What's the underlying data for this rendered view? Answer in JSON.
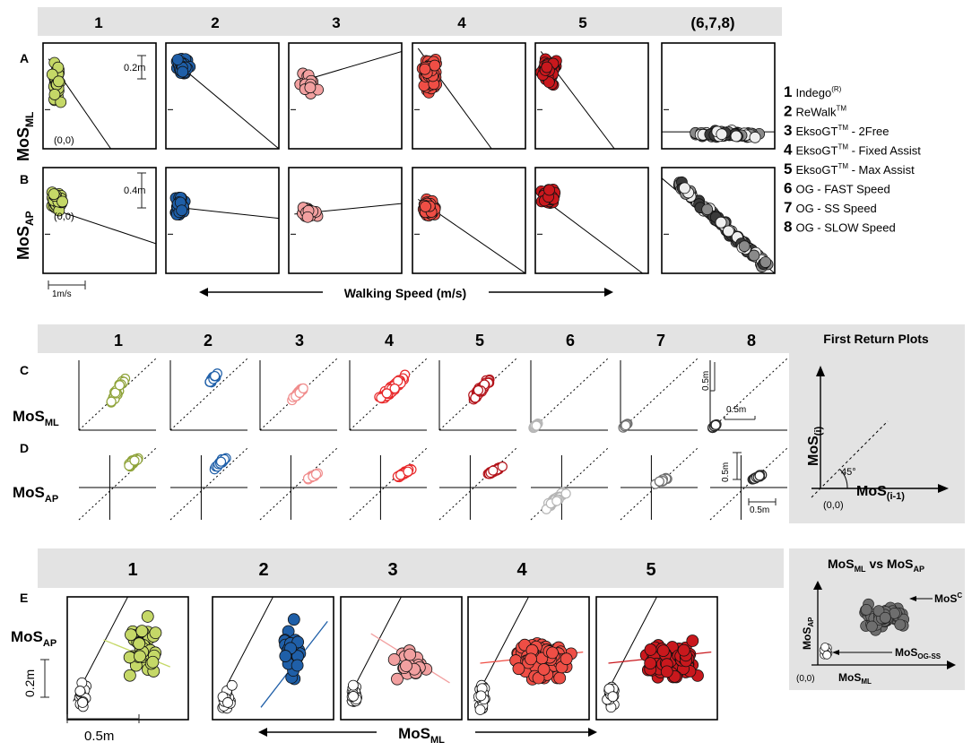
{
  "section_top": {
    "headers": [
      "1",
      "2",
      "3",
      "4",
      "5",
      "(6,7,8)"
    ],
    "row_letters": [
      "A",
      "B"
    ],
    "row_labels": [
      {
        "main": "MoS",
        "sub": "ML"
      },
      {
        "main": "MoS",
        "sub": "AP"
      }
    ],
    "scale_A": "0.2m",
    "scale_B": "0.4m",
    "origin": "(0,0)",
    "x_scale": "1m/s",
    "xaxis_label": "Walking Speed (m/s)",
    "legend": [
      {
        "num": "1",
        "name": "Indego",
        "sup": "(R)",
        "suffix": ""
      },
      {
        "num": "2",
        "name": "ReWalk",
        "sup": "TM",
        "suffix": ""
      },
      {
        "num": "3",
        "name": "EksoGT",
        "sup": "TM",
        "suffix": " - 2Free"
      },
      {
        "num": "4",
        "name": "EksoGT",
        "sup": "TM",
        "suffix": " - Fixed Assist"
      },
      {
        "num": "5",
        "name": "EksoGT",
        "sup": "TM",
        "suffix": " - Max Assist"
      },
      {
        "num": "6",
        "name": "OG - FAST Speed",
        "sup": "",
        "suffix": ""
      },
      {
        "num": "7",
        "name": "OG - SS Speed",
        "sup": "",
        "suffix": ""
      },
      {
        "num": "8",
        "name": "OG - SLOW Speed",
        "sup": "",
        "suffix": ""
      }
    ]
  },
  "section_mid": {
    "headers": [
      "1",
      "2",
      "3",
      "4",
      "5",
      "6",
      "7",
      "8"
    ],
    "title": "First Return Plots",
    "row_letters": [
      "C",
      "D"
    ],
    "row_labels": [
      {
        "main": "MoS",
        "sub": "ML"
      },
      {
        "main": "MoS",
        "sub": "AP"
      }
    ],
    "scale_C_v": "0.5m",
    "scale_C_h": "0.5m",
    "scale_D_v": "0.5m",
    "scale_D_h": "0.5m",
    "schematic": {
      "y_main": "MoS",
      "y_sub": "(i)",
      "x_main": "MoS",
      "x_sub": "(i-1)",
      "angle": "45°",
      "origin": "(0,0)"
    }
  },
  "section_bot": {
    "headers": [
      "1",
      "2",
      "3",
      "4",
      "5"
    ],
    "row_letter": "E",
    "row_label": {
      "main": "MoS",
      "sub": "AP"
    },
    "scale_v": "0.2m",
    "scale_h": "0.5m",
    "xaxis_label": {
      "main": "MoS",
      "sub": "ML"
    },
    "inset": {
      "title_a": "MoS",
      "title_a_sub": "ML",
      "title_mid": " vs ",
      "title_b": "MoS",
      "title_b_sub": "AP",
      "ylabel": "MoS",
      "ylabel_sub": "AP",
      "xlabel": "MoS",
      "xlabel_sub": "ML",
      "origin": "(0,0)",
      "label_c": "MoS",
      "label_c_sup": "C",
      "label_og": "MoS",
      "label_og_sub": "OG-SS"
    }
  },
  "colors": {
    "1": "#c5d867",
    "2": "#1f5fa8",
    "3": "#f2a0a0",
    "4": "#ef4e45",
    "5": "#c9181d",
    "6": "#c8c8c8",
    "7": "#8a8a8a",
    "8": "#3a3a3a",
    "1_open": "#8fa33a",
    "2_open": "#1f5fa8",
    "3_open": "#f08c8c",
    "4_open": "#e8282a",
    "5_open": "#b3141b",
    "6_open": "#b5b5b5",
    "7_open": "#6e6e6e",
    "8_open": "#2a2a2a",
    "header_bg": "#e3e3e3",
    "panel_bg": "#e3e3e3"
  },
  "chart_data": [
    {
      "id": "A",
      "type": "scatter",
      "title": "",
      "ylabel": "MoS ML",
      "xlabel": "Walking Speed (m/s)",
      "series": [
        {
          "device": "1",
          "center": [
            0.12,
            0.62
          ],
          "spread": [
            0.06,
            0.26
          ],
          "n": 45,
          "trend": [
            [
              0.05,
              0.85
            ],
            [
              0.6,
              0.0
            ]
          ]
        },
        {
          "device": "2",
          "center": [
            0.15,
            0.78
          ],
          "spread": [
            0.07,
            0.1
          ],
          "n": 40,
          "trend": [
            [
              0.05,
              0.85
            ],
            [
              1.0,
              0.0
            ]
          ]
        },
        {
          "device": "3",
          "center": [
            0.18,
            0.6
          ],
          "spread": [
            0.12,
            0.14
          ],
          "n": 25,
          "trend": [
            [
              0.05,
              0.62
            ],
            [
              1.0,
              0.92
            ]
          ]
        },
        {
          "device": "4",
          "center": [
            0.15,
            0.72
          ],
          "spread": [
            0.08,
            0.2
          ],
          "n": 80,
          "trend": [
            [
              0.05,
              0.95
            ],
            [
              0.7,
              0.0
            ]
          ]
        },
        {
          "device": "5",
          "center": [
            0.12,
            0.75
          ],
          "spread": [
            0.08,
            0.17
          ],
          "n": 70,
          "trend": [
            [
              0.05,
              0.92
            ],
            [
              0.7,
              0.0
            ]
          ]
        },
        {
          "device": "(6,7,8)",
          "center": [
            0.55,
            0.14
          ],
          "spread": [
            0.4,
            0.04
          ],
          "n": 90,
          "trend": [
            [
              0.0,
              0.16
            ],
            [
              1.0,
              0.16
            ]
          ]
        }
      ]
    },
    {
      "id": "B",
      "type": "scatter",
      "title": "",
      "ylabel": "MoS AP",
      "xlabel": "Walking Speed (m/s)",
      "series": [
        {
          "device": "1",
          "center": [
            0.12,
            0.68
          ],
          "spread": [
            0.08,
            0.14
          ],
          "n": 40,
          "trend": [
            [
              0.05,
              0.62
            ],
            [
              1.0,
              0.28
            ]
          ]
        },
        {
          "device": "2",
          "center": [
            0.12,
            0.62
          ],
          "spread": [
            0.07,
            0.13
          ],
          "n": 35,
          "trend": [
            [
              0.05,
              0.63
            ],
            [
              1.0,
              0.52
            ]
          ]
        },
        {
          "device": "3",
          "center": [
            0.17,
            0.57
          ],
          "spread": [
            0.1,
            0.07
          ],
          "n": 25,
          "trend": [
            [
              0.05,
              0.56
            ],
            [
              1.0,
              0.66
            ]
          ]
        },
        {
          "device": "4",
          "center": [
            0.15,
            0.62
          ],
          "spread": [
            0.08,
            0.12
          ],
          "n": 70,
          "trend": [
            [
              0.05,
              0.7
            ],
            [
              1.0,
              0.0
            ]
          ]
        },
        {
          "device": "5",
          "center": [
            0.12,
            0.72
          ],
          "spread": [
            0.08,
            0.1
          ],
          "n": 60,
          "trend": [
            [
              0.05,
              0.72
            ],
            [
              0.95,
              0.0
            ]
          ]
        },
        {
          "device": "(6,7,8)",
          "center": [
            0.55,
            0.5
          ],
          "spread": [
            0.4,
            0.3
          ],
          "n": 120,
          "trend": [
            [
              0.0,
              0.9
            ],
            [
              1.0,
              0.0
            ]
          ]
        }
      ]
    },
    {
      "id": "C",
      "type": "scatter",
      "title": "First Return Plots",
      "ylabel": "MoS(i)",
      "xlabel": "MoS(i-1)",
      "series": [
        {
          "device": "1",
          "center": [
            0.5,
            0.55
          ],
          "spread": [
            0.12,
            0.25
          ],
          "n": 30
        },
        {
          "device": "2",
          "center": [
            0.55,
            0.72
          ],
          "spread": [
            0.1,
            0.12
          ],
          "n": 25
        },
        {
          "device": "3",
          "center": [
            0.5,
            0.52
          ],
          "spread": [
            0.1,
            0.12
          ],
          "n": 25
        },
        {
          "device": "4",
          "center": [
            0.55,
            0.58
          ],
          "spread": [
            0.2,
            0.22
          ],
          "n": 90
        },
        {
          "device": "5",
          "center": [
            0.55,
            0.58
          ],
          "spread": [
            0.16,
            0.2
          ],
          "n": 80
        },
        {
          "device": "6",
          "center": [
            0.06,
            0.06
          ],
          "spread": [
            0.04,
            0.04
          ],
          "n": 20
        },
        {
          "device": "7",
          "center": [
            0.06,
            0.06
          ],
          "spread": [
            0.04,
            0.04
          ],
          "n": 20
        },
        {
          "device": "8",
          "center": [
            0.06,
            0.06
          ],
          "spread": [
            0.04,
            0.04
          ],
          "n": 20
        }
      ]
    },
    {
      "id": "D",
      "type": "scatter",
      "title": "",
      "ylabel": "MoS(i)",
      "xlabel": "MoS(i-1)",
      "series": [
        {
          "device": "1",
          "center": [
            0.7,
            0.8
          ],
          "spread": [
            0.12,
            0.15
          ],
          "n": 30
        },
        {
          "device": "2",
          "center": [
            0.65,
            0.8
          ],
          "spread": [
            0.1,
            0.12
          ],
          "n": 25
        },
        {
          "device": "3",
          "center": [
            0.67,
            0.6
          ],
          "spread": [
            0.1,
            0.06
          ],
          "n": 20
        },
        {
          "device": "4",
          "center": [
            0.7,
            0.65
          ],
          "spread": [
            0.12,
            0.08
          ],
          "n": 40
        },
        {
          "device": "5",
          "center": [
            0.7,
            0.68
          ],
          "spread": [
            0.14,
            0.08
          ],
          "n": 40
        },
        {
          "device": "6",
          "center": [
            0.35,
            0.3
          ],
          "spread": [
            0.2,
            0.18
          ],
          "n": 40
        },
        {
          "device": "7",
          "center": [
            0.55,
            0.55
          ],
          "spread": [
            0.12,
            0.08
          ],
          "n": 15
        },
        {
          "device": "8",
          "center": [
            0.62,
            0.6
          ],
          "spread": [
            0.13,
            0.1
          ],
          "n": 20
        }
      ]
    },
    {
      "id": "E",
      "type": "scatter",
      "title": "",
      "ylabel": "MoS AP",
      "xlabel": "MoS ML",
      "series": [
        {
          "device": "1",
          "center": [
            0.6,
            0.58
          ],
          "spread": [
            0.17,
            0.3
          ],
          "n": 45,
          "trend": [
            [
              0.3,
              0.65
            ],
            [
              0.85,
              0.43
            ]
          ]
        },
        {
          "device": "2",
          "center": [
            0.65,
            0.55
          ],
          "spread": [
            0.12,
            0.35
          ],
          "n": 30,
          "trend": [
            [
              0.4,
              0.1
            ],
            [
              0.95,
              0.8
            ]
          ]
        },
        {
          "device": "3",
          "center": [
            0.58,
            0.45
          ],
          "spread": [
            0.18,
            0.15
          ],
          "n": 20,
          "trend": [
            [
              0.25,
              0.7
            ],
            [
              0.9,
              0.3
            ]
          ]
        },
        {
          "device": "4",
          "center": [
            0.62,
            0.48
          ],
          "spread": [
            0.28,
            0.2
          ],
          "n": 140,
          "trend": [
            [
              0.1,
              0.46
            ],
            [
              0.95,
              0.55
            ]
          ]
        },
        {
          "device": "5",
          "center": [
            0.62,
            0.48
          ],
          "spread": [
            0.28,
            0.2
          ],
          "n": 140,
          "trend": [
            [
              0.1,
              0.46
            ],
            [
              0.95,
              0.55
            ]
          ]
        },
        {
          "device": "OG-SS",
          "center": [
            0.12,
            0.18
          ],
          "spread": [
            0.05,
            0.15
          ],
          "n": 20
        }
      ]
    }
  ]
}
